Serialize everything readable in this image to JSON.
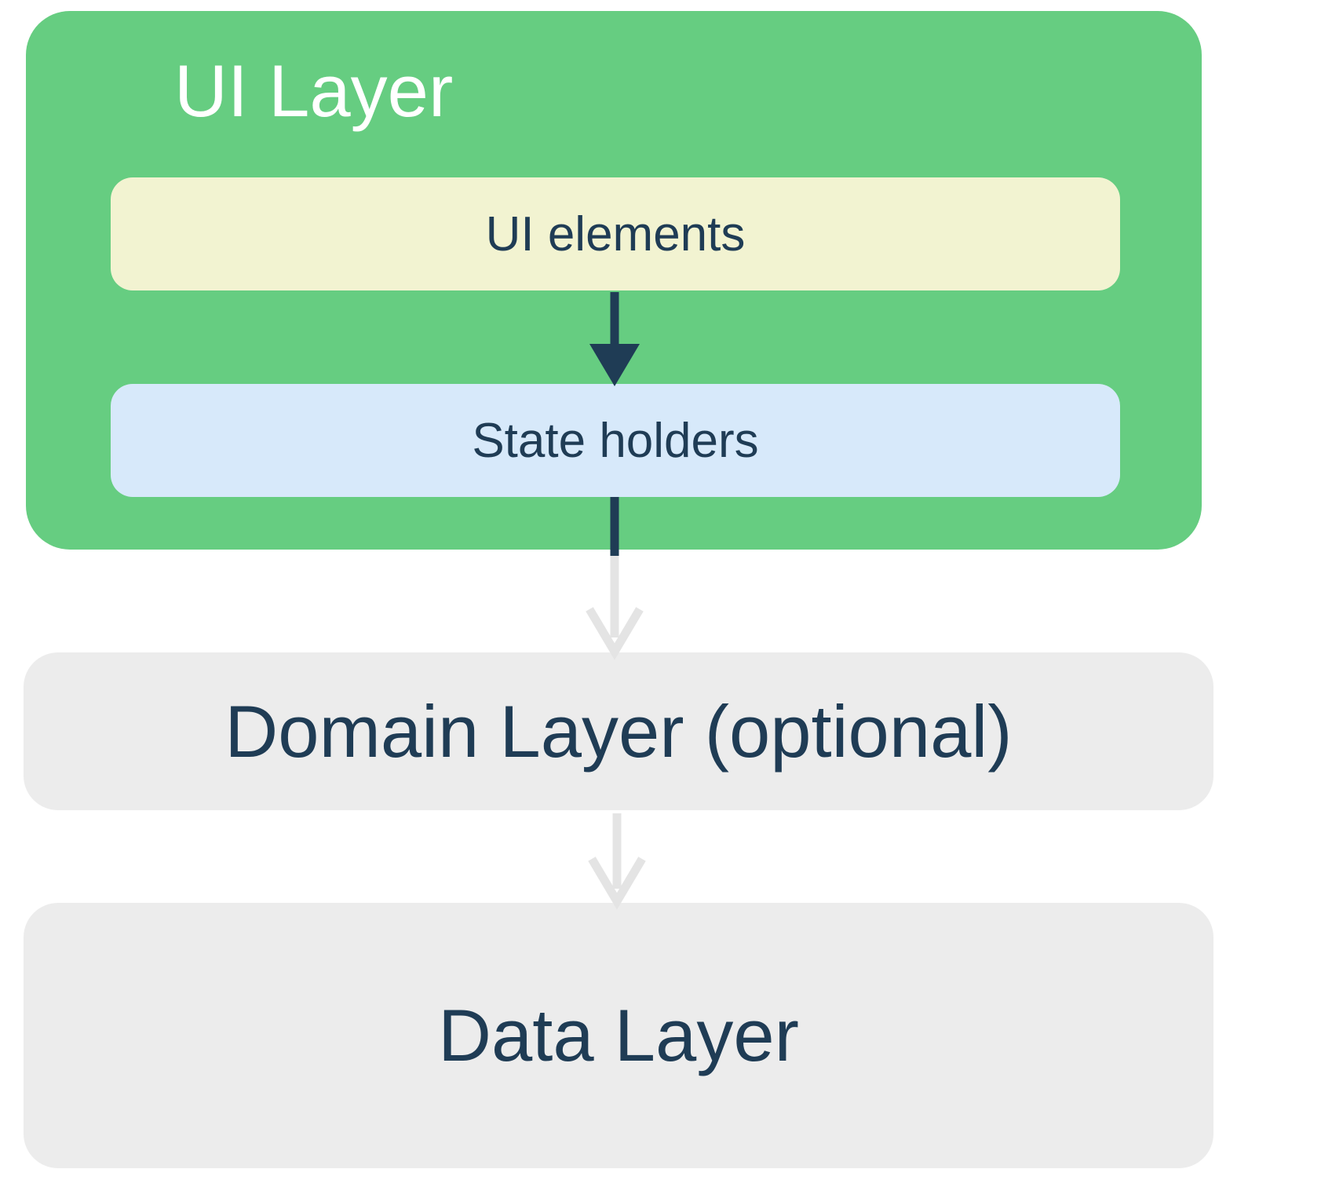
{
  "diagram": {
    "ui_layer": {
      "label": "UI Layer",
      "boxes": [
        {
          "id": "ui-elements",
          "label": "UI elements"
        },
        {
          "id": "state-holders",
          "label": "State holders"
        }
      ]
    },
    "domain_layer": {
      "label": "Domain Layer (optional)"
    },
    "data_layer": {
      "label": "Data Layer"
    },
    "arrows": [
      {
        "from": "ui-elements",
        "to": "state-holders",
        "style": "dark"
      },
      {
        "from": "state-holders",
        "to": "domain-layer",
        "style": "dark-to-light"
      },
      {
        "from": "domain-layer",
        "to": "data-layer",
        "style": "light"
      }
    ]
  },
  "colors": {
    "ui_layer_bg": "#66CD81",
    "ui_elements_bg": "#F2F3D1",
    "state_holders_bg": "#D7E9FA",
    "gray_box_bg": "#ECECEC",
    "dark_text": "#1F3C55",
    "title_text": "#FFFFFF",
    "dark_arrow": "#1F3C55",
    "light_arrow": "#E4E4E4"
  }
}
